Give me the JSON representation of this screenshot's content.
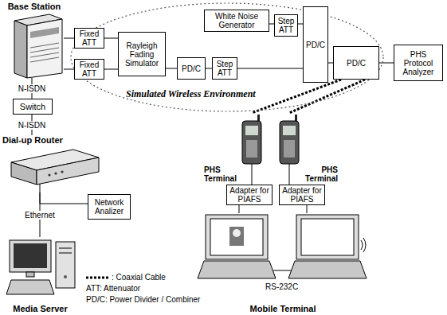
{
  "diagram": {
    "nodes": [
      {
        "text": [
          "Base Station"
        ]
      },
      {
        "text": [
          "Simulated Wireless Environment"
        ]
      },
      {
        "text": [
          "Fixed ATT"
        ],
        "in": 1
      },
      {
        "text": [
          "Fixed ATT"
        ],
        "in": 1
      },
      {
        "text": [
          "Rayleigh Fading Simulator"
        ],
        "in": 1
      },
      {
        "text": [
          "White Noise Generator"
        ],
        "in": 1
      },
      {
        "text": [
          "Step ATT"
        ],
        "in": 1
      },
      {
        "text": [
          "PD/C"
        ],
        "in": 1
      },
      {
        "text": [
          "Step ATT"
        ],
        "in": 1
      },
      {
        "text": [
          "PD/C"
        ],
        "in": 1
      },
      {
        "text": [
          "PD/C"
        ],
        "in": 1
      },
      {
        "text": [
          "PHS Protocol Analyzer"
        ]
      },
      {
        "text": [
          "Switch"
        ]
      },
      {
        "text": [
          "Dial-up Router"
        ]
      },
      {
        "text": [
          "Network Analizer"
        ]
      },
      {
        "text": [
          "Media Server"
        ]
      },
      {
        "text": [
          "PHS Terminal"
        ]
      },
      {
        "text": [
          "PHS Terminal"
        ]
      },
      {
        "text": [
          "Adapter for PIAFS"
        ]
      },
      {
        "text": [
          "Adapter for PIAFS"
        ]
      },
      {
        "text": [
          "Mobile Terminal"
        ]
      }
    ],
    "edges": [
      {
        "from": 0,
        "to": 2,
        "arrow": "none"
      },
      {
        "from": 0,
        "to": 3,
        "arrow": "none"
      },
      {
        "from": 2,
        "to": 4,
        "arrow": "none"
      },
      {
        "from": 3,
        "to": 4,
        "arrow": "none"
      },
      {
        "from": 4,
        "to": 7,
        "arrow": "none"
      },
      {
        "from": 7,
        "to": 8,
        "arrow": "none"
      },
      {
        "from": 8,
        "to": 9,
        "arrow": "none"
      },
      {
        "from": 5,
        "to": 6,
        "arrow": "none"
      },
      {
        "from": 6,
        "to": 9,
        "arrow": "none"
      },
      {
        "from": 9,
        "to": 10,
        "arrow": "none"
      },
      {
        "from": 10,
        "to": 11,
        "arrow": "none"
      },
      {
        "from": 10,
        "to": 16,
        "arrow": "none"
      },
      {
        "from": 10,
        "to": 17,
        "arrow": "none"
      },
      {
        "from": 0,
        "to": 12,
        "label": "N-ISDN",
        "arrow": "none"
      },
      {
        "from": 12,
        "to": 13,
        "label": "N-ISDN",
        "arrow": "none"
      },
      {
        "from": 13,
        "to": 15,
        "label": "Ethernet",
        "arrow": "none"
      },
      {
        "from": 13,
        "to": 14,
        "arrow": "none"
      },
      {
        "from": 16,
        "to": 18,
        "arrow": "none"
      },
      {
        "from": 17,
        "to": 19,
        "arrow": "none"
      },
      {
        "from": 18,
        "to": 20,
        "arrow": "none"
      },
      {
        "from": 19,
        "to": 20,
        "arrow": "none"
      }
    ],
    "labels": [
      "RS-232C",
      "ATT: Attenuator",
      "PD/C: Power Divider / Combiner"
    ],
    "legend": [
      {
        "text": ": Coaxial Cable"
      }
    ]
  }
}
